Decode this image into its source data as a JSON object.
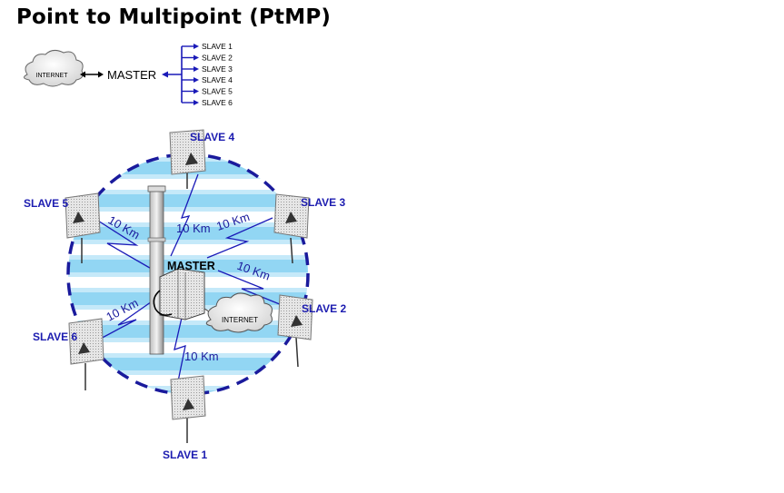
{
  "title": "Point to Multipoint (PtMP)",
  "legend": {
    "cloud_label": "INTERNET",
    "master_label": "MASTER",
    "slaves": [
      "SLAVE 1",
      "SLAVE 2",
      "SLAVE 3",
      "SLAVE 4",
      "SLAVE 5",
      "SLAVE 6"
    ]
  },
  "diagram": {
    "master_label": "MASTER",
    "internet_label": "INTERNET",
    "link_label": "10 Km",
    "slaves": {
      "s1": "SLAVE 1",
      "s2": "SLAVE 2",
      "s3": "SLAVE 3",
      "s4": "SLAVE 4",
      "s5": "SLAVE 5",
      "s6": "SLAVE 6"
    }
  },
  "colors": {
    "slave_label": "#1c1cb0",
    "bolt": "#1a1ab8",
    "circle_dash": "#1a1a9c",
    "band": "#7fd0f2"
  }
}
